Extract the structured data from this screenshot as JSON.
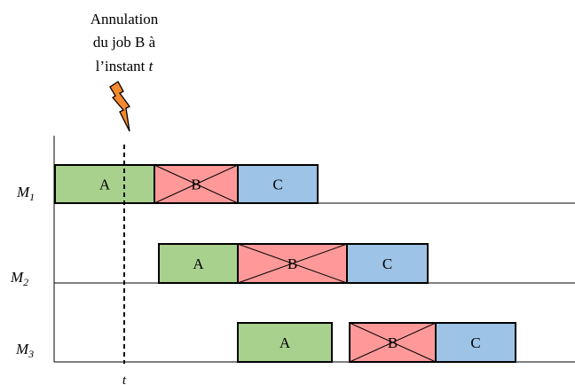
{
  "annotation": {
    "lines": [
      "Annulation",
      "du job B à"
    ],
    "line3_prefix": "l’instant ",
    "line3_var": "t"
  },
  "machines": [
    {
      "label_main": "M",
      "label_sub": "1",
      "jobs": [
        {
          "label": "A",
          "color": "#a9d18e",
          "cancelled": false
        },
        {
          "label": "B",
          "color": "#ff9999",
          "cancelled": true
        },
        {
          "label": "C",
          "color": "#9dc3e6",
          "cancelled": false
        }
      ]
    },
    {
      "label_main": "M",
      "label_sub": "2",
      "jobs": [
        {
          "label": "A",
          "color": "#a9d18e",
          "cancelled": false
        },
        {
          "label": "B",
          "color": "#ff9999",
          "cancelled": true
        },
        {
          "label": "C",
          "color": "#9dc3e6",
          "cancelled": false
        }
      ]
    },
    {
      "label_main": "M",
      "label_sub": "3",
      "jobs": [
        {
          "label": "A",
          "color": "#a9d18e",
          "cancelled": false
        },
        {
          "label": "B",
          "color": "#ff9999",
          "cancelled": true
        },
        {
          "label": "C",
          "color": "#9dc3e6",
          "cancelled": false
        }
      ]
    }
  ],
  "time_marker": {
    "label": "t"
  },
  "lightning": {
    "icon": "lightning-icon",
    "fill": "#f4892f"
  }
}
